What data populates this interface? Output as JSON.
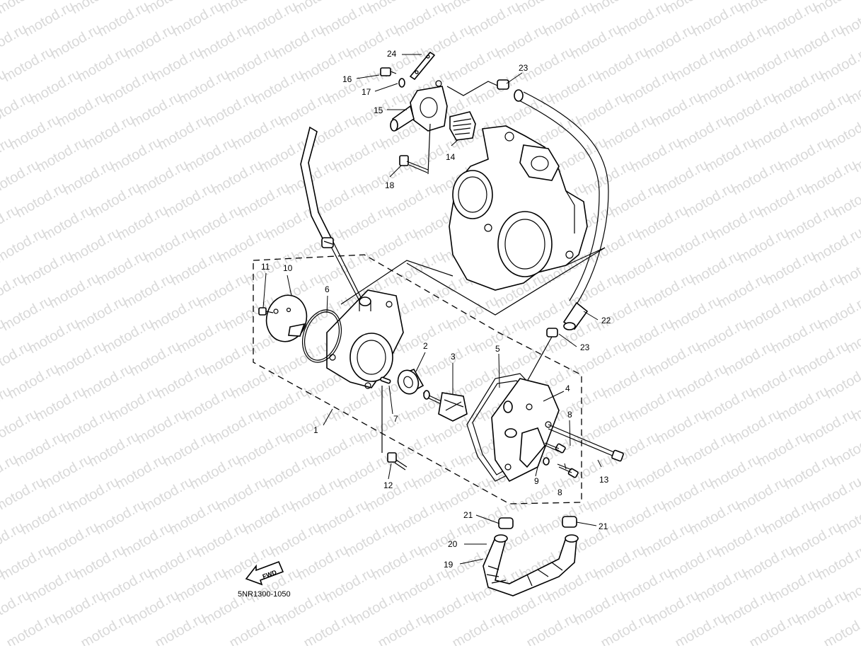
{
  "watermark": "motod.ru",
  "diagram_code": "5NR1300-1050",
  "fwd_label": "FWD",
  "callouts": {
    "c1": "1",
    "c2": "2",
    "c3": "3",
    "c4": "4",
    "c5": "5",
    "c6": "6",
    "c7": "7",
    "c8a": "8",
    "c8b": "8",
    "c9": "9",
    "c10": "10",
    "c11": "11",
    "c12": "12",
    "c13": "13",
    "c14": "14",
    "c15": "15",
    "c16": "16",
    "c17": "17",
    "c18": "18",
    "c19": "19",
    "c20": "20",
    "c21a": "21",
    "c21b": "21",
    "c22": "22",
    "c23a": "23",
    "c23b": "23",
    "c24": "24"
  }
}
